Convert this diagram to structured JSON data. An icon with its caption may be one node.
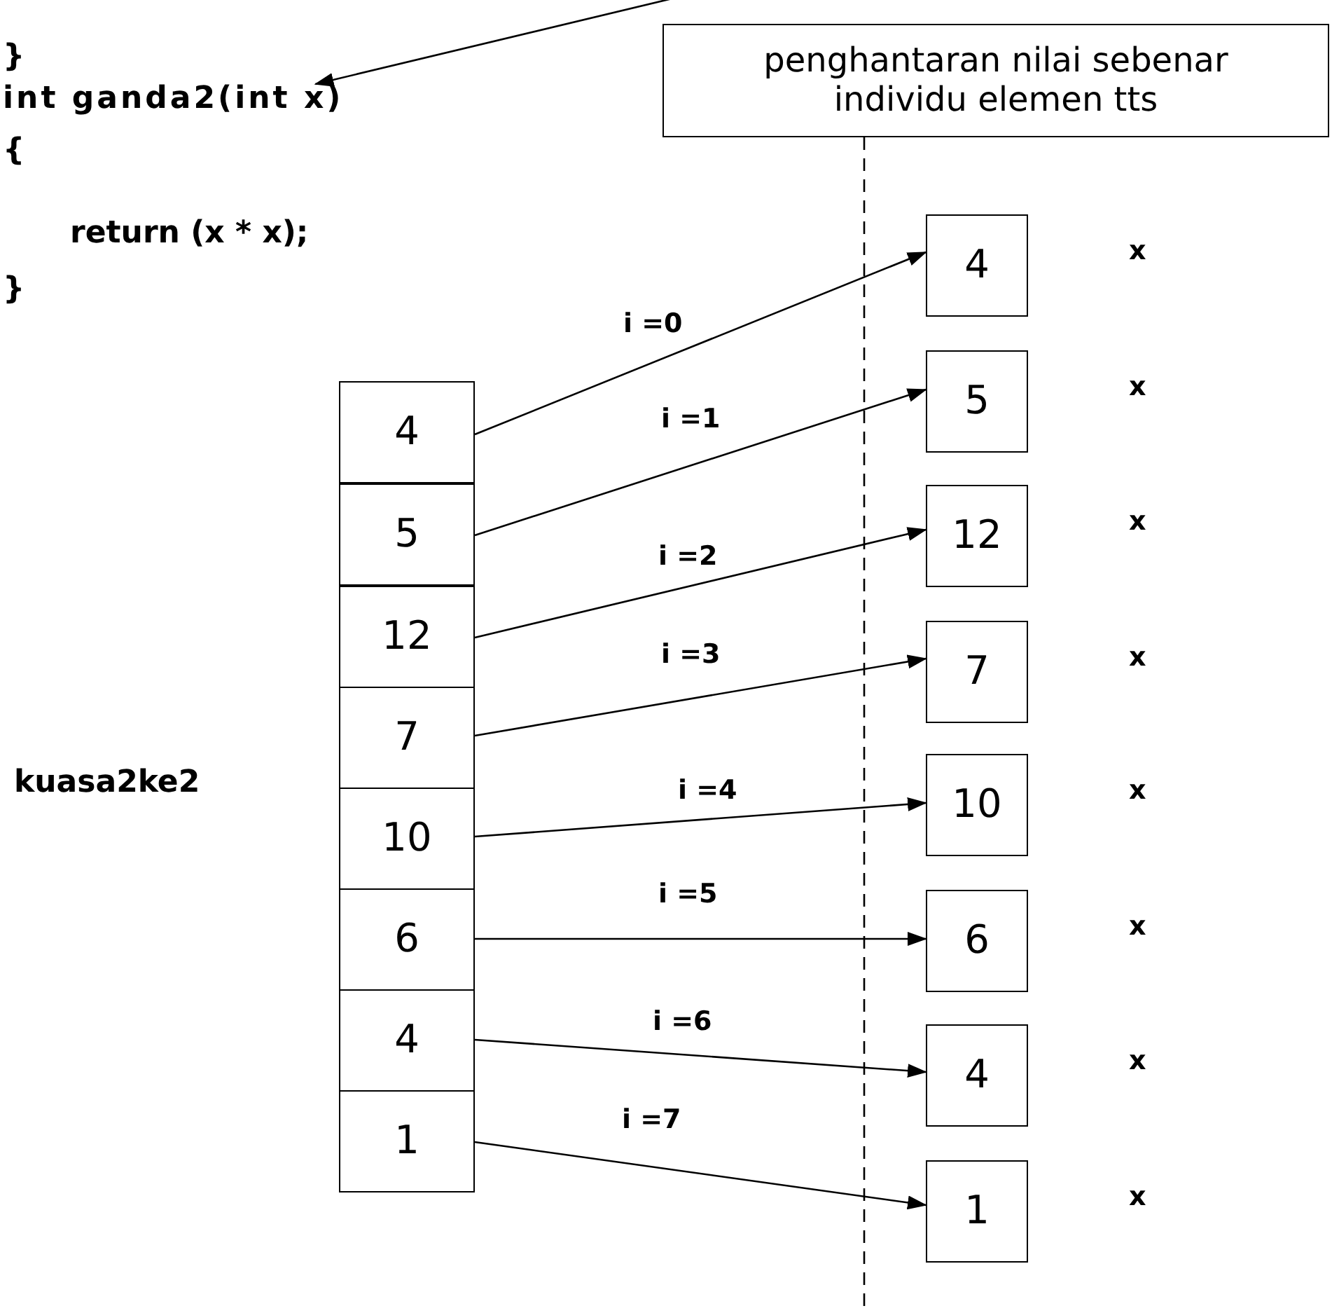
{
  "diagram": {
    "nodes": [
      {
        "text": [
          "int ganda2(int x)"
        ]
      },
      {
        "text": [
          "penghantaran nilai sebenar individu elemen tts"
        ]
      },
      {
        "text": [
          "4"
        ]
      },
      {
        "text": [
          "5"
        ]
      },
      {
        "text": [
          "12"
        ]
      },
      {
        "text": [
          "7"
        ]
      },
      {
        "text": [
          "10"
        ]
      },
      {
        "text": [
          "6"
        ]
      },
      {
        "text": [
          "4"
        ]
      },
      {
        "text": [
          "1"
        ]
      },
      {
        "text": [
          "4"
        ],
        "beside": [
          "x"
        ]
      },
      {
        "text": [
          "5"
        ],
        "beside": [
          "x"
        ]
      },
      {
        "text": [
          "12"
        ],
        "beside": [
          "x"
        ]
      },
      {
        "text": [
          "7"
        ],
        "beside": [
          "x"
        ]
      },
      {
        "text": [
          "10"
        ],
        "beside": [
          "x"
        ]
      },
      {
        "text": [
          "6"
        ],
        "beside": [
          "x"
        ]
      },
      {
        "text": [
          "4"
        ],
        "beside": [
          "x"
        ]
      },
      {
        "text": [
          "1"
        ],
        "beside": [
          "x"
        ]
      }
    ],
    "edges": [
      {
        "from": null,
        "to": 0,
        "arrow": "to"
      },
      {
        "from": 2,
        "to": 10,
        "arrow": "to",
        "label": "i =0"
      },
      {
        "from": 3,
        "to": 11,
        "arrow": "to",
        "label": "i =1"
      },
      {
        "from": 4,
        "to": 12,
        "arrow": "to",
        "label": "i =2"
      },
      {
        "from": 5,
        "to": 13,
        "arrow": "to",
        "label": "i =3"
      },
      {
        "from": 6,
        "to": 14,
        "arrow": "to",
        "label": "i =4"
      },
      {
        "from": 7,
        "to": 15,
        "arrow": "to",
        "label": "i =5"
      },
      {
        "from": 8,
        "to": 16,
        "arrow": "to",
        "label": "i =6"
      },
      {
        "from": 9,
        "to": 17,
        "arrow": "to",
        "label": "i =7"
      }
    ],
    "labels": [
      "}",
      "{",
      "return (x * x);",
      "}",
      "kuasa2ke2"
    ]
  }
}
